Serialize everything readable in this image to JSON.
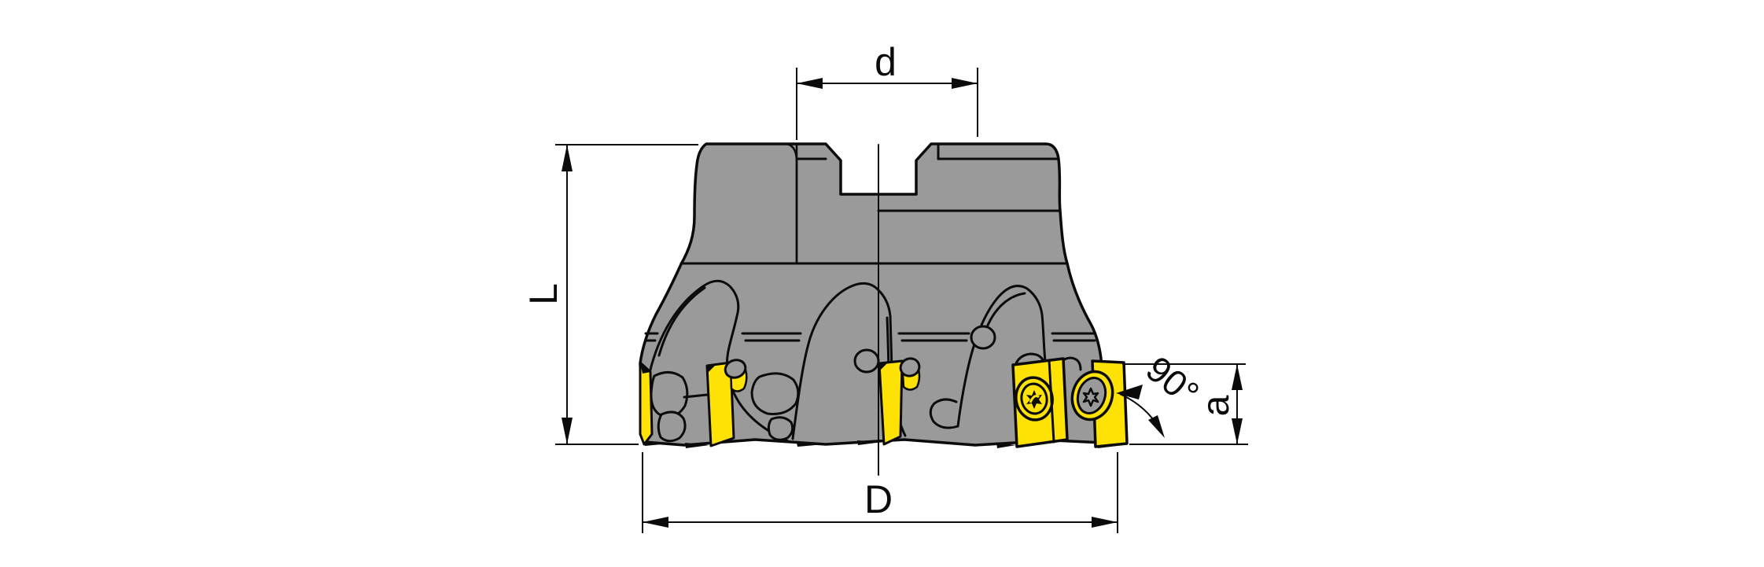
{
  "drawing": {
    "type": "face-milling-cutter-technical-drawing",
    "dimension_labels": {
      "bore_diameter": "d",
      "body_height": "L",
      "cutting_diameter": "D",
      "insert_height": "a",
      "entering_angle": "90°"
    },
    "colors": {
      "body-gray": "#9a9a9a",
      "insert-yellow": "#ffe205",
      "line": "#0b0b0b",
      "background": "#ffffff"
    }
  }
}
